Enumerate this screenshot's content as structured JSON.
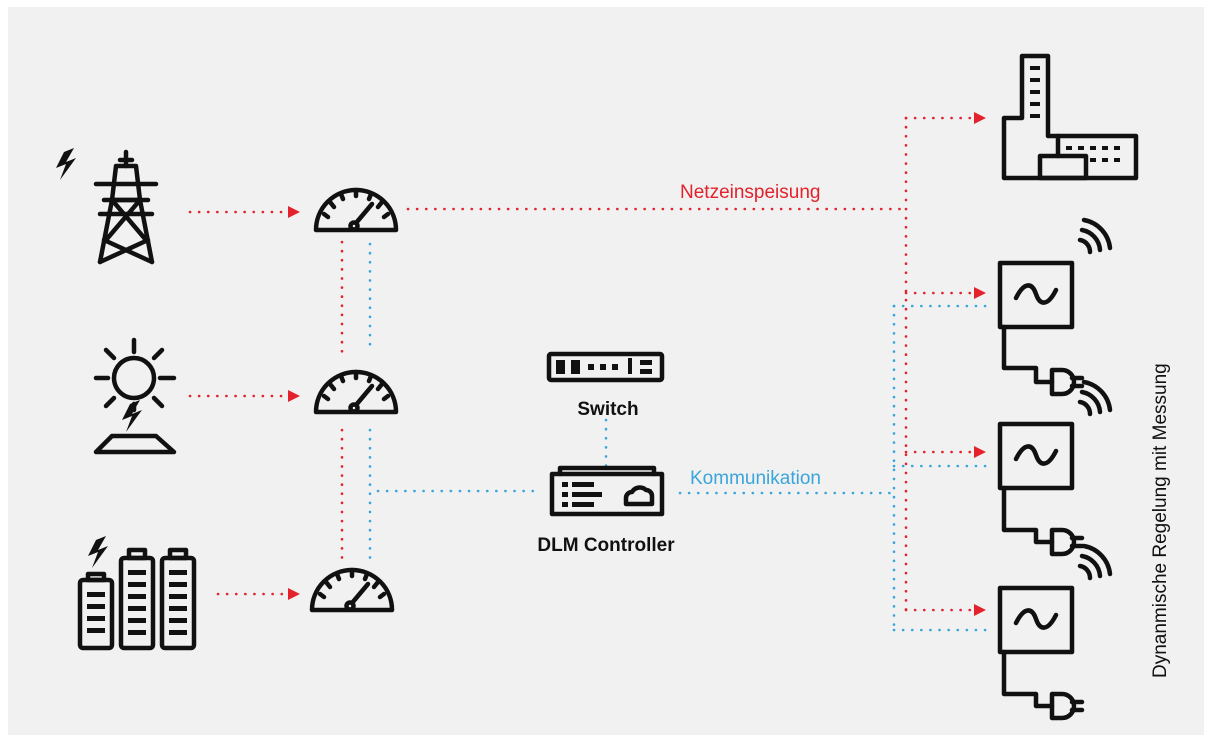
{
  "labels": {
    "feed_in": "Netzeinspeisung",
    "communication": "Kommunikation",
    "switch": "Switch",
    "controller": "DLM Controller",
    "side_caption": "Dynanmische Regelung mit Messung"
  },
  "colors": {
    "power_flow": "#e3222b",
    "communication": "#3aa5dc",
    "icon": "#111111",
    "background": "#f1f1f1"
  },
  "icons": {
    "grid": "power-pylon-icon",
    "solar": "solar-panel-icon",
    "battery": "battery-storage-icon",
    "meter": "energy-meter-icon",
    "switch": "network-switch-icon",
    "controller": "dlm-controller-icon",
    "building": "building-icon",
    "charger": "ev-charger-icon"
  }
}
